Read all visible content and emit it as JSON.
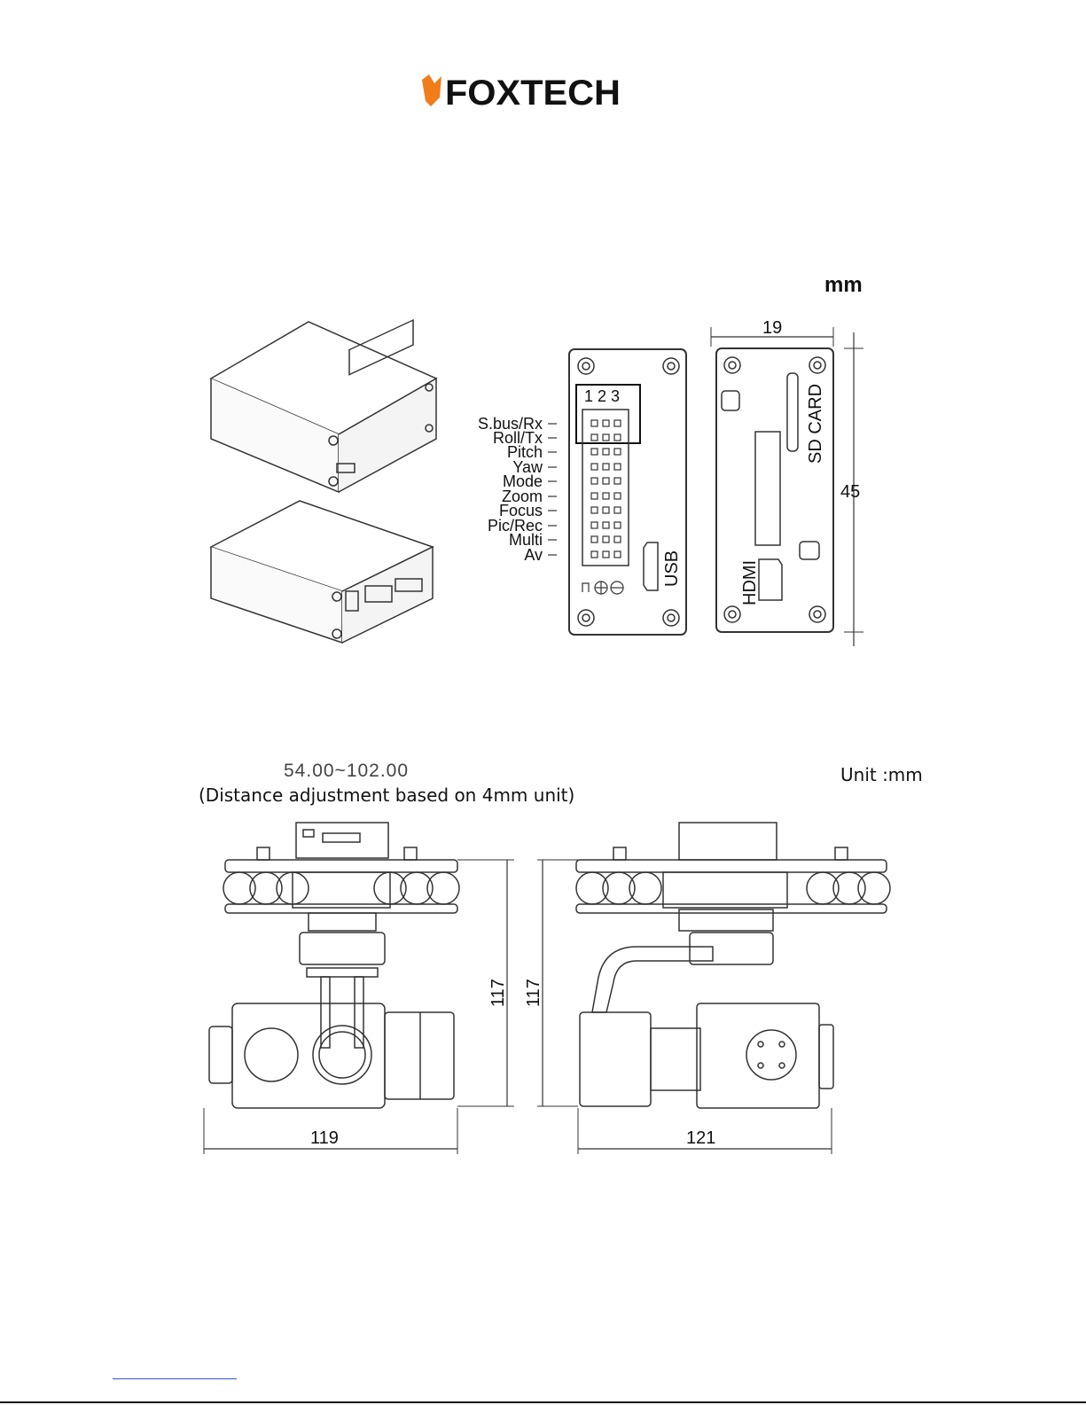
{
  "header": {
    "logo_text": "FOXTECH",
    "logo_color": "#f07d1a"
  },
  "controller_section": {
    "unit": "mm",
    "width_dim": "19",
    "height_dim": "45",
    "pin_header": "1 2 3",
    "pins": [
      "S.bus/Rx",
      "Roll/Tx",
      "Pitch",
      "Yaw",
      "Mode",
      "Zoom",
      "Focus",
      "Pic/Rec",
      "Multi",
      "Av"
    ],
    "usb_label": "USB",
    "sd_card_label": "SD CARD",
    "hdmi_label": "HDMI"
  },
  "gimbal_section": {
    "range": "54.00~102.00",
    "note": "(Distance adjustment based on 4mm unit)",
    "unit_label": "Unit :mm",
    "front_width": "119",
    "front_height": "117",
    "side_width": "121",
    "side_height": "117"
  }
}
